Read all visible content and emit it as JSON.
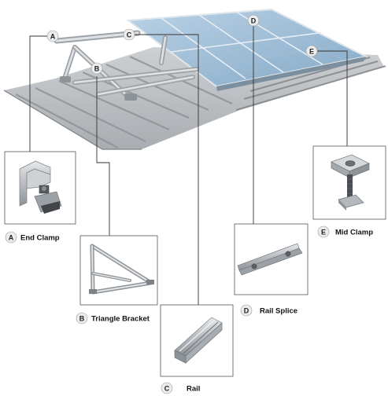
{
  "markers": {
    "a": "A",
    "b": "B",
    "c": "C",
    "d": "D",
    "e": "E"
  },
  "components": {
    "end_clamp": {
      "letter": "A",
      "label": "End Clamp"
    },
    "triangle_bracket": {
      "letter": "B",
      "label": "Triangle Bracket"
    },
    "rail": {
      "letter": "C",
      "label": "Rail"
    },
    "rail_splice": {
      "letter": "D",
      "label": "Rail Splice"
    },
    "mid_clamp": {
      "letter": "E",
      "label": "Mid Clamp"
    }
  },
  "colors": {
    "roof": "#b8bcc0",
    "panel": "#9fbfd9",
    "aluminium": "#c9ccd0",
    "leader": "#333333",
    "box_border": "#555555"
  }
}
